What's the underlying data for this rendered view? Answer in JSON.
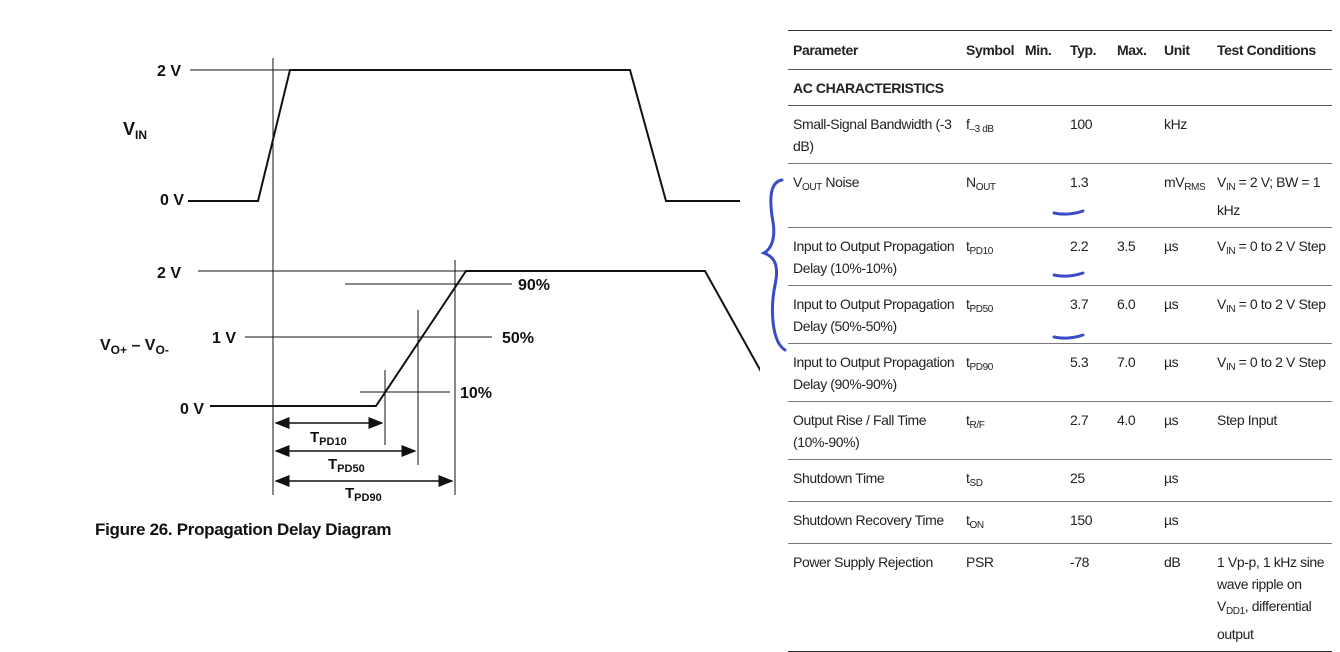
{
  "figure": {
    "caption": "Figure 26. Propagation Delay Diagram",
    "vin_label": "V",
    "vin_sub": "IN",
    "vout_label_a": "V",
    "vout_sub_a": "O+",
    "vout_mid": " – V",
    "vout_sub_b": "O-",
    "top_2v": "2 V",
    "top_0v": "0 V",
    "bot_2v": "2 V",
    "bot_1v": "1 V",
    "bot_0v": "0 V",
    "pct90": "90%",
    "pct50": "50%",
    "pct10": "10%",
    "t_letter": "T",
    "tpd10_sub": "PD10",
    "tpd50_sub": "PD50",
    "tpd90_sub": "PD90"
  },
  "table": {
    "headers": [
      "Parameter",
      "Symbol",
      "Min.",
      "Typ.",
      "Max.",
      "Unit",
      "Test Conditions"
    ],
    "section": "AC CHARACTERISTICS",
    "rows": [
      {
        "param": "Small-Signal Bandwidth (-3 dB)",
        "sym": "f",
        "sym_sub": "–3 dB",
        "min": "",
        "typ": "100",
        "max": "",
        "unit": "kHz",
        "unit_sub": "",
        "cond": ""
      },
      {
        "param_a": "V",
        "param_sub": "OUT",
        "param_b": " Noise",
        "sym": "N",
        "sym_sub": "OUT",
        "min": "",
        "typ": "1.3",
        "max": "",
        "unit": "mV",
        "unit_sub": "RMS",
        "cond_a": "V",
        "cond_sub": "IN",
        "cond_b": " = 2 V; BW = 1 kHz"
      },
      {
        "param": "Input to Output Propagation Delay (10%-10%)",
        "sym": "t",
        "sym_sub": "PD10",
        "min": "",
        "typ": "2.2",
        "max": "3.5",
        "unit": "µs",
        "cond_a": "V",
        "cond_sub": "IN",
        "cond_b": " = 0 to 2 V Step"
      },
      {
        "param": "Input to Output Propagation Delay (50%-50%)",
        "sym": "t",
        "sym_sub": "PD50",
        "min": "",
        "typ": "3.7",
        "max": "6.0",
        "unit": "µs",
        "cond_a": "V",
        "cond_sub": "IN",
        "cond_b": " = 0 to 2 V Step"
      },
      {
        "param": "Input to Output Propagation Delay (90%-90%)",
        "sym": "t",
        "sym_sub": "PD90",
        "min": "",
        "typ": "5.3",
        "max": "7.0",
        "unit": "µs",
        "cond_a": "V",
        "cond_sub": "IN",
        "cond_b": " = 0 to 2 V Step"
      },
      {
        "param": "Output Rise / Fall Time (10%-90%)",
        "sym": "t",
        "sym_sub": "R/F",
        "min": "",
        "typ": "2.7",
        "max": "4.0",
        "unit": "µs",
        "cond": "Step Input"
      },
      {
        "param": "Shutdown Time",
        "sym": "t",
        "sym_sub": "SD",
        "min": "",
        "typ": "25",
        "max": "",
        "unit": "µs",
        "cond": ""
      },
      {
        "param": "Shutdown Recovery Time",
        "sym": "t",
        "sym_sub": "ON",
        "min": "",
        "typ": "150",
        "max": "",
        "unit": "µs",
        "cond": ""
      },
      {
        "param": "Power Supply Rejection",
        "sym": "PSR",
        "min": "",
        "typ": "-78",
        "max": "",
        "unit": "dB",
        "cond_a": "1 Vp-p, 1 kHz sine wave ripple on V",
        "cond_sub": "DD1",
        "cond_b": ", differential output"
      }
    ]
  },
  "annotation": {
    "ink_color": "#3a4bc6"
  }
}
